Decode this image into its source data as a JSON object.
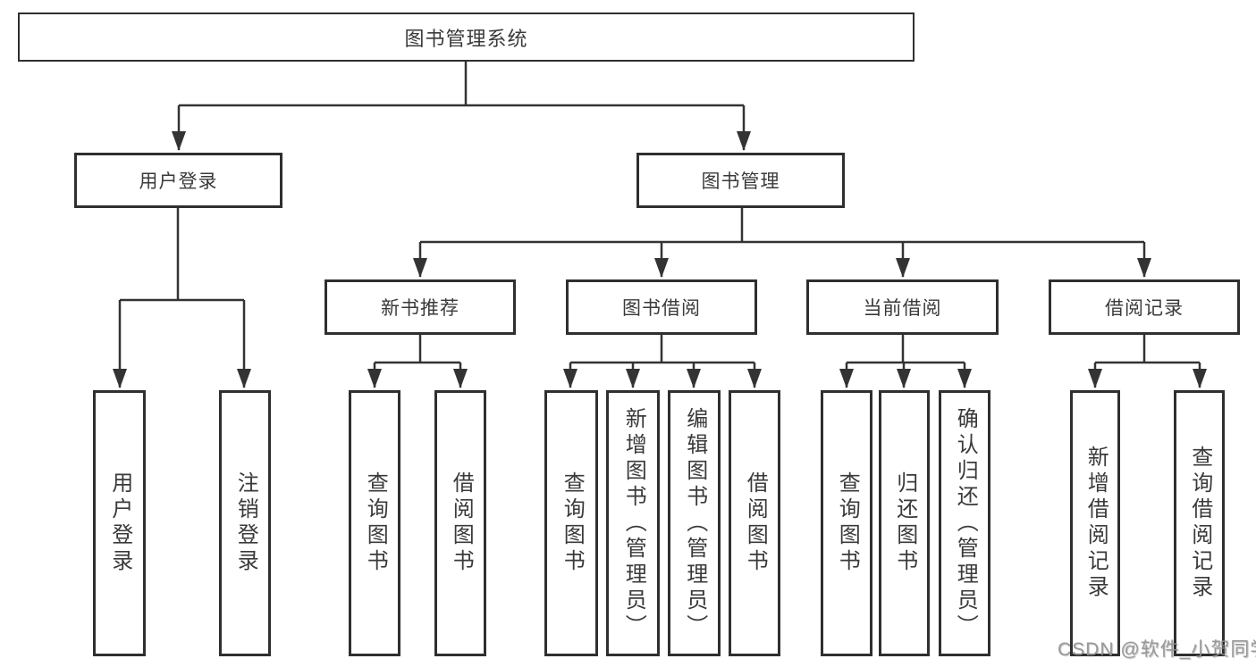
{
  "diagram": {
    "root": {
      "label": "图书管理系统"
    },
    "branches": [
      {
        "label": "用户登录",
        "children": [
          {
            "label": "用户登录"
          },
          {
            "label": "注销登录"
          }
        ]
      },
      {
        "label": "图书管理",
        "children": [
          {
            "label": "新书推荐",
            "children": [
              {
                "label": "查询图书"
              },
              {
                "label": "借阅图书"
              }
            ]
          },
          {
            "label": "图书借阅",
            "children": [
              {
                "label": "查询图书"
              },
              {
                "label": "新增图书（管理员）"
              },
              {
                "label": "编辑图书（管理员）"
              },
              {
                "label": "借阅图书"
              }
            ]
          },
          {
            "label": "当前借阅",
            "children": [
              {
                "label": "查询图书"
              },
              {
                "label": "归还图书"
              },
              {
                "label": "确认归还（管理员）"
              }
            ]
          },
          {
            "label": "借阅记录",
            "children": [
              {
                "label": "新增借阅记录"
              },
              {
                "label": "查询借阅记录"
              }
            ]
          }
        ]
      }
    ],
    "colors": {
      "line": "#333333",
      "box_border": "#2f2f2f",
      "text": "#3a3a3a",
      "background": "#ffffff",
      "watermark": "#929292"
    },
    "watermark": "CSDN @软件_小贺同学"
  }
}
